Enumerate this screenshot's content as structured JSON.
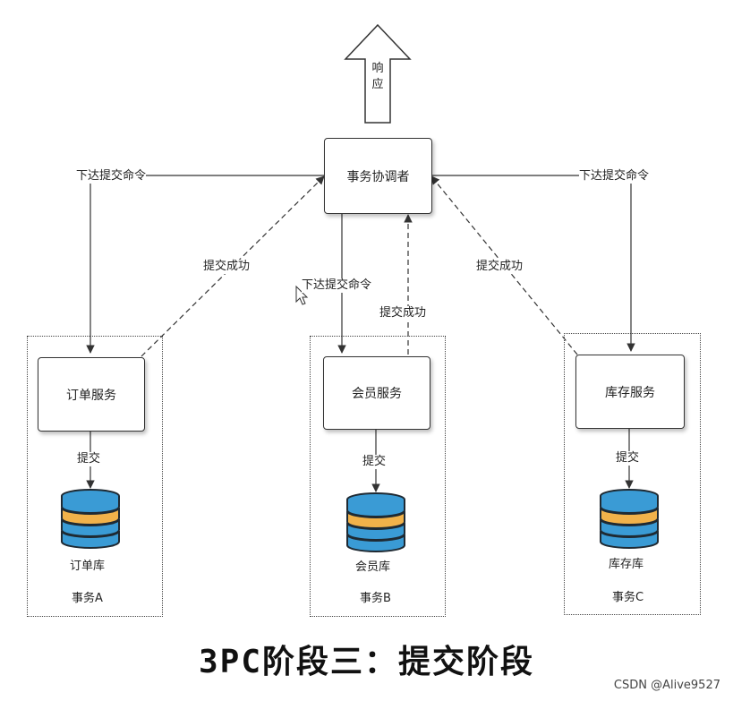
{
  "response_label": "响应",
  "coordinator_label": "事务协调者",
  "commands": {
    "left": "下达提交命令",
    "right": "下达提交命令",
    "middle": "下达提交命令"
  },
  "success": {
    "left": "提交成功",
    "middle": "提交成功",
    "right": "提交成功"
  },
  "services": [
    "订单服务",
    "会员服务",
    "库存服务"
  ],
  "commit_labels": [
    "提交",
    "提交",
    "提交"
  ],
  "databases": [
    "订单库",
    "会员库",
    "库存库"
  ],
  "transactions": [
    "事务A",
    "事务B",
    "事务C"
  ],
  "title": "3PC阶段三：提交阶段",
  "watermark": "CSDN @Alive9527",
  "colors": {
    "db_blue": "#3a9bd5",
    "db_orange": "#f1b24a",
    "db_dark": "#1f2a33"
  }
}
